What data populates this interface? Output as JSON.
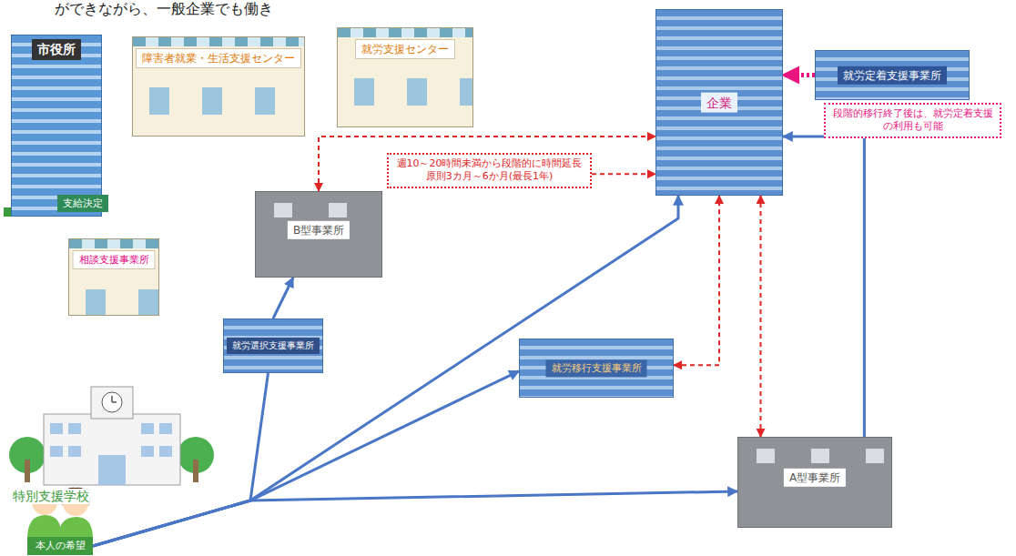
{
  "diagram": {
    "nodes": [
      {
        "text": [
          "障害者就業・生活支援センター"
        ]
      },
      {
        "text": [
          "就労支援センター"
        ]
      },
      {
        "text": [
          "企業"
        ]
      },
      {
        "text": [
          "就労定着支援事業所"
        ]
      },
      {
        "text": [
          "段階的移行終了後は、就労定着支援の利用も可能"
        ]
      },
      {
        "text": [
          "市役所",
          "支給決定"
        ]
      },
      {
        "text": [
          "相談支援事業所"
        ]
      },
      {
        "text": [
          "B型事業所"
        ]
      },
      {
        "text": [
          "週10～20時間未満から段階的に時間延長 原則3カ月～6か月(最長1年)"
        ]
      },
      {
        "text": [
          "就労選択支援事業所"
        ]
      },
      {
        "text": [
          "就労移行支援事業所"
        ]
      },
      {
        "text": [
          "特別支援学校"
        ]
      },
      {
        "text": [
          "A型事業所"
        ]
      },
      {
        "text": [
          "本人の希望"
        ]
      }
    ],
    "edges": [
      {
        "from": 13,
        "to": 9,
        "arrow": "none"
      },
      {
        "from": 9,
        "to": 7,
        "arrow": "to"
      },
      {
        "from": 13,
        "to": 2,
        "arrow": "to"
      },
      {
        "from": 13,
        "to": 10,
        "arrow": "to"
      },
      {
        "from": 13,
        "to": 12,
        "arrow": "to"
      },
      {
        "from": 12,
        "to": 2,
        "arrow": "to"
      },
      {
        "from": 7,
        "to": 2,
        "arrow": "both"
      },
      {
        "from": 8,
        "to": 2,
        "arrow": "to"
      },
      {
        "from": 10,
        "to": 2,
        "arrow": "both"
      },
      {
        "from": 12,
        "to": 2,
        "arrow": "both"
      },
      {
        "from": 3,
        "to": 2,
        "arrow": "to"
      }
    ],
    "labels": [
      "ができながら、一般企業でも働き"
    ]
  }
}
